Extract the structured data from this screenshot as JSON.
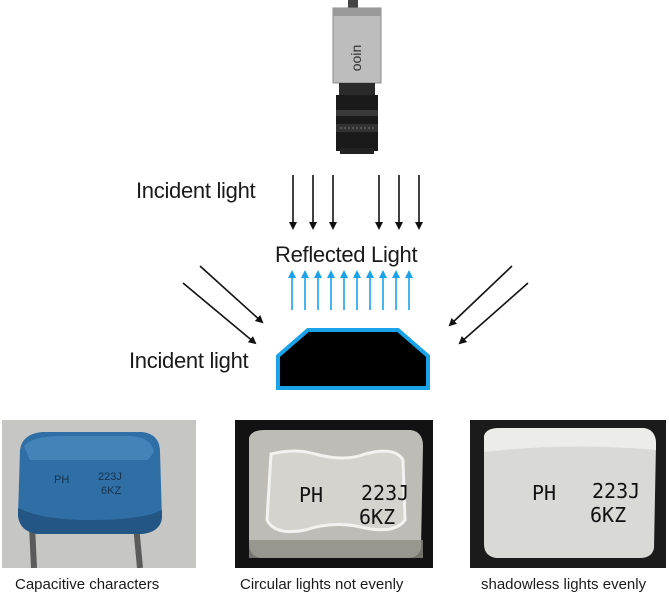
{
  "labels": {
    "incident_top": "Incident light",
    "reflected": "Reflected Light",
    "incident_left": "Incident light"
  },
  "camera": {
    "logo": "ooin"
  },
  "photos": [
    {
      "line1_left": "PH",
      "line1_right": "223J",
      "line2": "6KZ",
      "caption": "Capacitive characters"
    },
    {
      "line1_left": "PH",
      "line1_right": "223J",
      "line2": "6KZ",
      "caption": "Circular lights not evenly"
    },
    {
      "line1_left": "PH",
      "line1_right": "223J",
      "line2": "6KZ",
      "caption": "shadowless lights evenly"
    }
  ],
  "colors": {
    "reflected_arrow": "#1aa3e8",
    "object_outline": "#1aa3e8",
    "object_fill": "#000000",
    "incident_arrow": "#111111",
    "capacitor_blue": "#2d6fa3"
  }
}
